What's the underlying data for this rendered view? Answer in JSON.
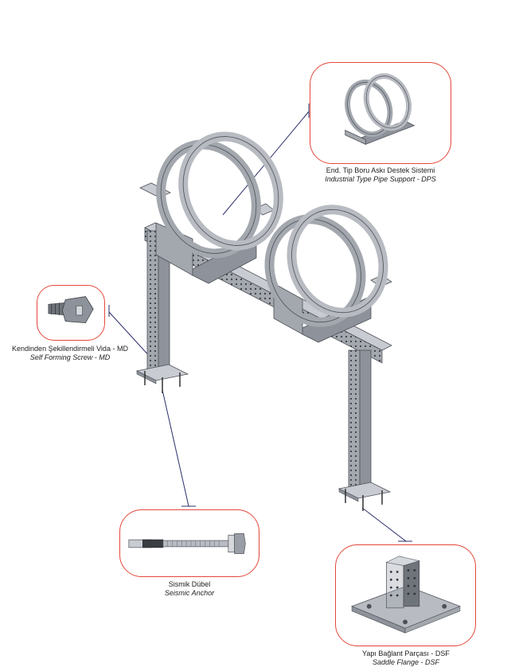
{
  "callouts": {
    "dps": {
      "title_tr": "End. Tip Boru Askı Destek Sistemi",
      "title_en": "Industrial Type Pipe Support - DPS"
    },
    "md": {
      "title_tr": "Kendinden Şekillendirmeli Vida - MD",
      "title_en": "Self Forming Screw - MD"
    },
    "seismic": {
      "title_tr": "Sismik Dübel",
      "title_en": "Seismic Anchor"
    },
    "dsf": {
      "title_tr": "Yapı Bağlant Parçası - DSF",
      "title_en": "Saddle Flange - DSF"
    }
  },
  "colors": {
    "accent": "#e4473a",
    "steel": "#9a9ea6",
    "steel_dark": "#5e6168",
    "steel_light": "#c8cbd1",
    "leader": "#2a2f6a"
  }
}
